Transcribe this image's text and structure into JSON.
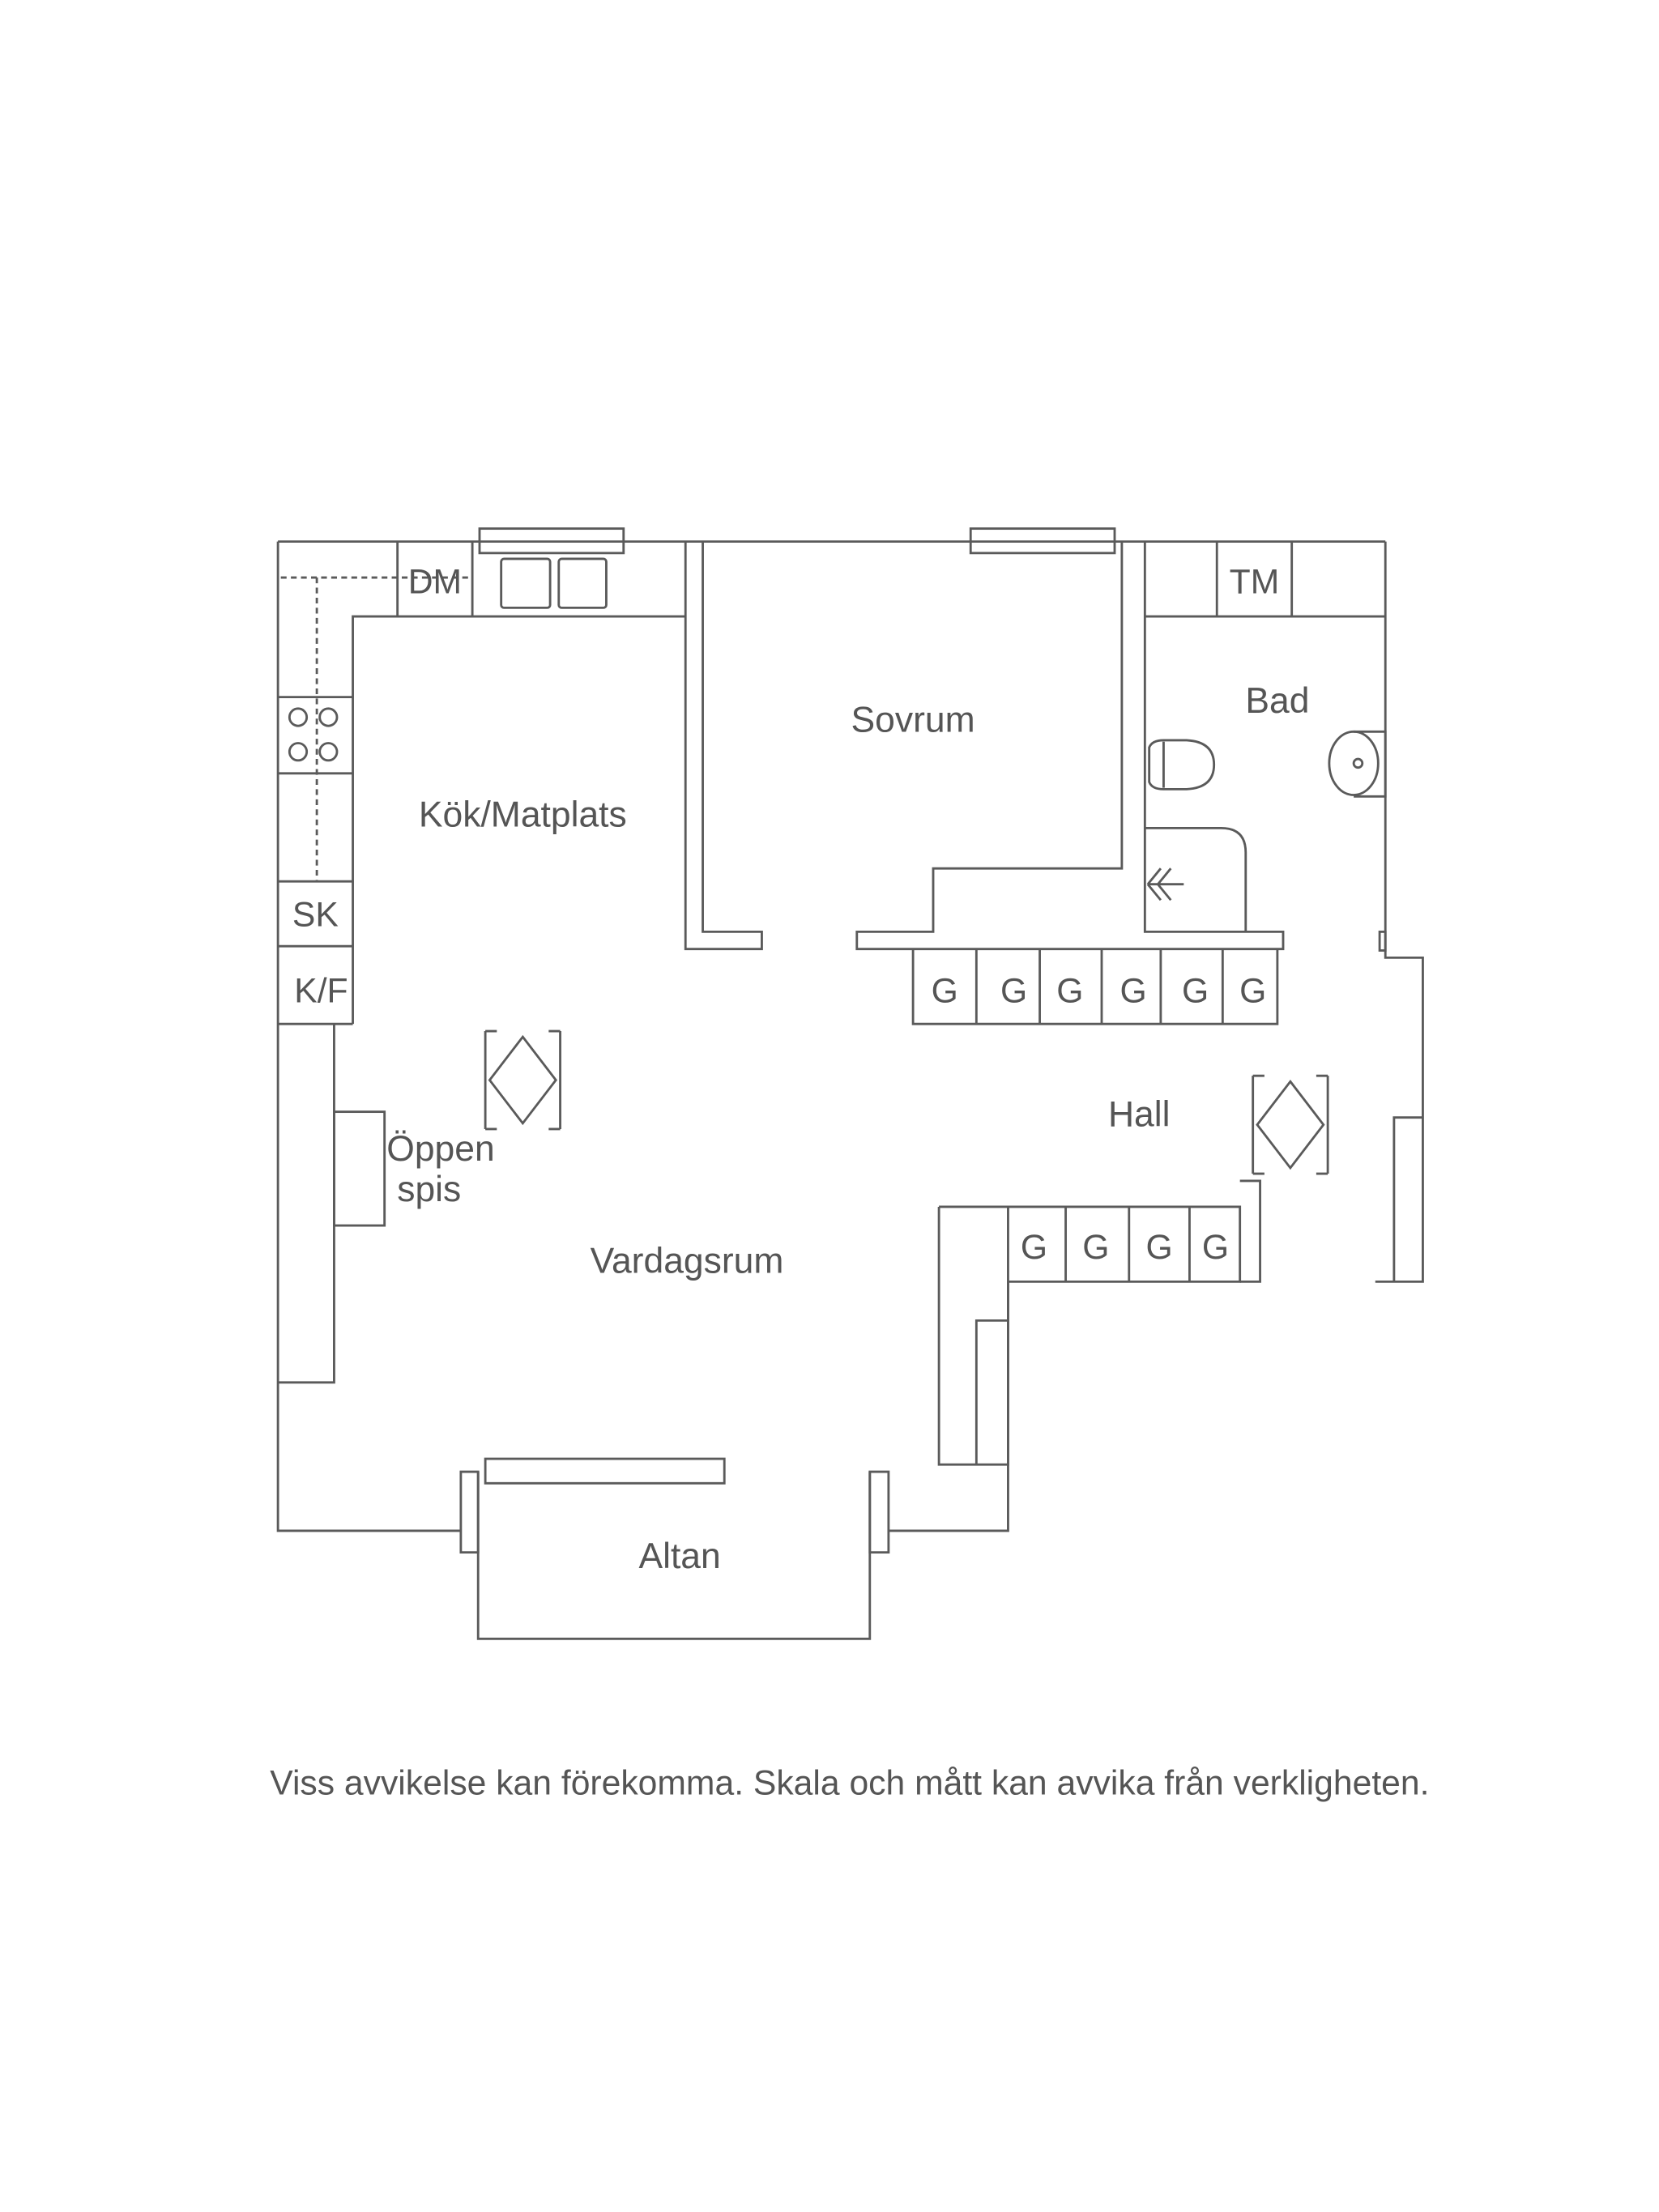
{
  "rooms": {
    "kitchen": "Kök/Matplats",
    "bedroom": "Sovrum",
    "bathroom": "Bad",
    "hall": "Hall",
    "living": "Vardagsrum",
    "fireplace_line1": "Öppen",
    "fireplace_line2": "spis",
    "terrace": "Altan"
  },
  "fixtures": {
    "dishwasher": "DM",
    "washer": "TM",
    "cabinet": "SK",
    "fridge_freezer": "K/F",
    "wardrobe": "G"
  },
  "caption": "Viss avvikelse kan förekomma. Skala och mått kan avvika från verkligheten.",
  "colors": {
    "line": "#5a5a5a",
    "text": "#555555"
  }
}
